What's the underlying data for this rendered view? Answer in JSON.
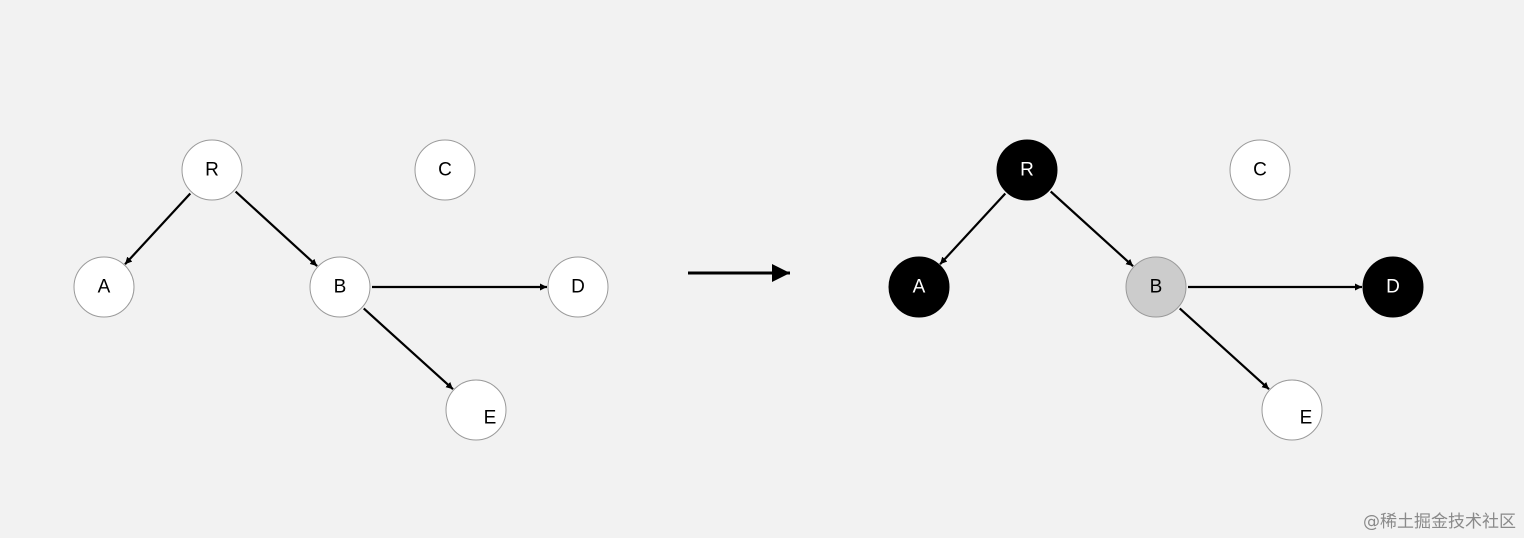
{
  "diagrams": [
    {
      "nodes": [
        {
          "id": "R",
          "label": "R",
          "state": "white"
        },
        {
          "id": "C",
          "label": "C",
          "state": "white"
        },
        {
          "id": "A",
          "label": "A",
          "state": "white"
        },
        {
          "id": "B",
          "label": "B",
          "state": "white"
        },
        {
          "id": "D",
          "label": "D",
          "state": "white"
        },
        {
          "id": "E",
          "label": "E",
          "state": "white"
        }
      ],
      "edges": [
        {
          "from": "R",
          "to": "A"
        },
        {
          "from": "R",
          "to": "B"
        },
        {
          "from": "B",
          "to": "D"
        },
        {
          "from": "B",
          "to": "E"
        }
      ]
    },
    {
      "nodes": [
        {
          "id": "R",
          "label": "R",
          "state": "black"
        },
        {
          "id": "C",
          "label": "C",
          "state": "white"
        },
        {
          "id": "A",
          "label": "A",
          "state": "black"
        },
        {
          "id": "B",
          "label": "B",
          "state": "gray"
        },
        {
          "id": "D",
          "label": "D",
          "state": "black"
        },
        {
          "id": "E",
          "label": "E",
          "state": "white"
        }
      ],
      "edges": [
        {
          "from": "R",
          "to": "A"
        },
        {
          "from": "R",
          "to": "B"
        },
        {
          "from": "B",
          "to": "D"
        },
        {
          "from": "B",
          "to": "E"
        }
      ]
    }
  ],
  "state_colors": {
    "white": {
      "fill": "#ffffff",
      "stroke": "#9a9a9a",
      "text": "#000000"
    },
    "black": {
      "fill": "#000000",
      "stroke": "#000000",
      "text": "#ffffff"
    },
    "gray": {
      "fill": "#cccccc",
      "stroke": "#9a9a9a",
      "text": "#000000"
    }
  },
  "background_color": "#f2f2f2",
  "edge_color": "#000000",
  "watermark": "@稀土掘金技术社区"
}
